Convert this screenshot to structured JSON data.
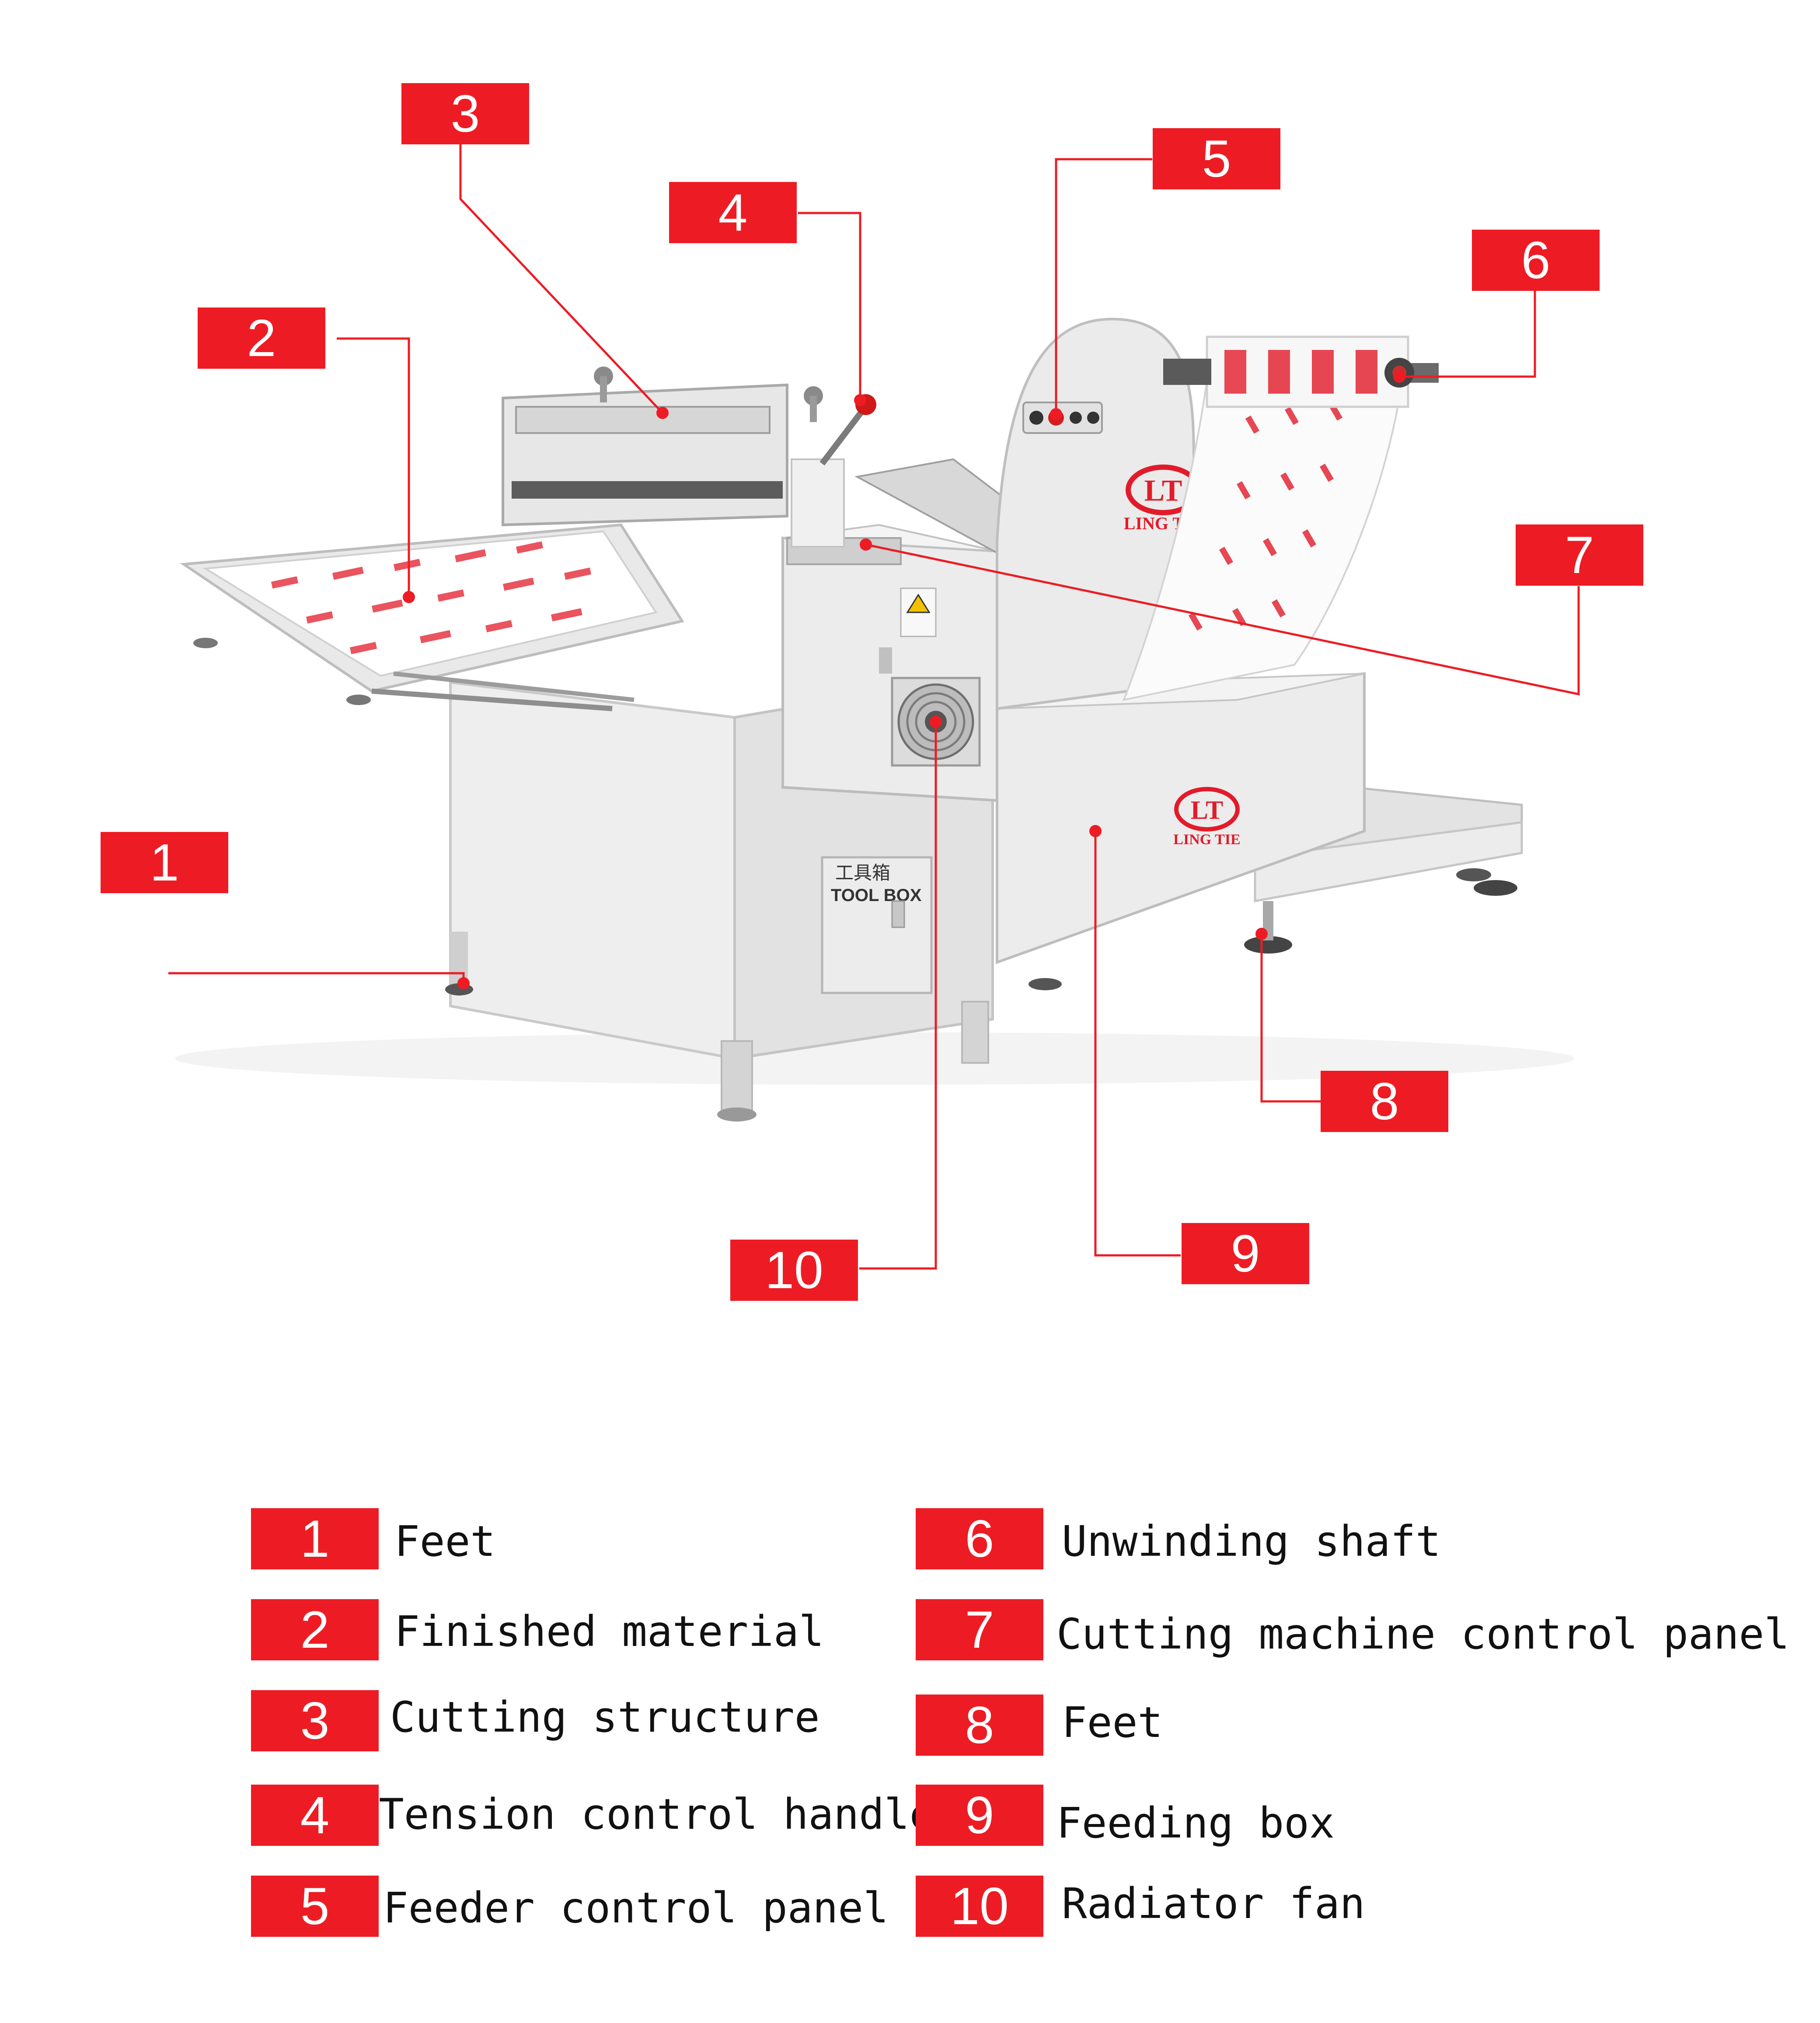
{
  "colors": {
    "accent": "#ed1c24",
    "badge_text": "#ffffff",
    "legend_text": "#111111",
    "machine_body": "#e8e8e8",
    "print": "#e21b2a"
  },
  "machine": {
    "brand_name": "LING TIE",
    "brand_mark": "LT",
    "toolbox_cn": "工具箱",
    "toolbox_en": "TOOL BOX"
  },
  "callouts": [
    {
      "number": "1"
    },
    {
      "number": "2"
    },
    {
      "number": "3"
    },
    {
      "number": "4"
    },
    {
      "number": "5"
    },
    {
      "number": "6"
    },
    {
      "number": "7"
    },
    {
      "number": "8"
    },
    {
      "number": "9"
    },
    {
      "number": "10"
    }
  ],
  "legend": [
    {
      "number": "1",
      "text": "Feet"
    },
    {
      "number": "2",
      "text": "Finished material"
    },
    {
      "number": "3",
      "text": "Cutting structure"
    },
    {
      "number": "4",
      "text": "Tension control handle"
    },
    {
      "number": "5",
      "text": "Feeder control panel"
    },
    {
      "number": "6",
      "text": "Unwinding shaft"
    },
    {
      "number": "7",
      "text": "Cutting machine control panel"
    },
    {
      "number": "8",
      "text": "Feet"
    },
    {
      "number": "9",
      "text": "Feeding box"
    },
    {
      "number": "10",
      "text": "Radiator fan"
    }
  ]
}
